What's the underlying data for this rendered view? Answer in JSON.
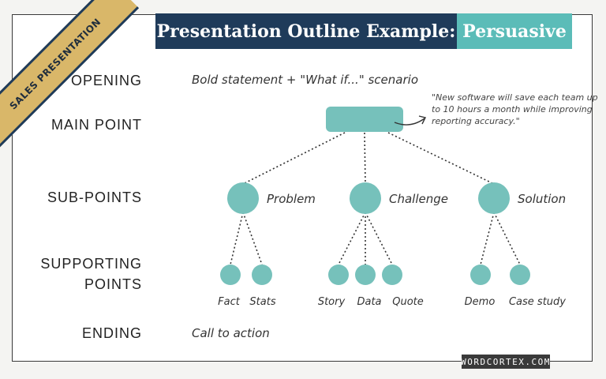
{
  "title": {
    "main": "Presentation Outline Example:",
    "accent": "Persuasive"
  },
  "ribbon": "SALES PRESENTATION",
  "row_labels": {
    "opening": "OPENING",
    "main_point": "MAIN POINT",
    "sub_points": "SUB-POINTS",
    "supporting_line1": "SUPPORTING",
    "supporting_line2": "POINTS",
    "ending": "ENDING"
  },
  "opening_text": "Bold statement + \"What if...\" scenario",
  "main_point_note": "\"New software will save each team up to 10 hours a month while improving reporting accuracy.\"",
  "sub_points": [
    {
      "label": "Problem",
      "supporting": [
        "Fact",
        "Stats"
      ]
    },
    {
      "label": "Challenge",
      "supporting": [
        "Story",
        "Data",
        "Quote"
      ]
    },
    {
      "label": "Solution",
      "supporting": [
        "Demo",
        "Case study"
      ]
    }
  ],
  "ending_text": "Call to action",
  "footer": "WORDCORTEX.COM",
  "colors": {
    "navy": "#1f3b5a",
    "teal": "#5bbcb8",
    "gold": "#d9b769",
    "node": "#76c1bb"
  }
}
